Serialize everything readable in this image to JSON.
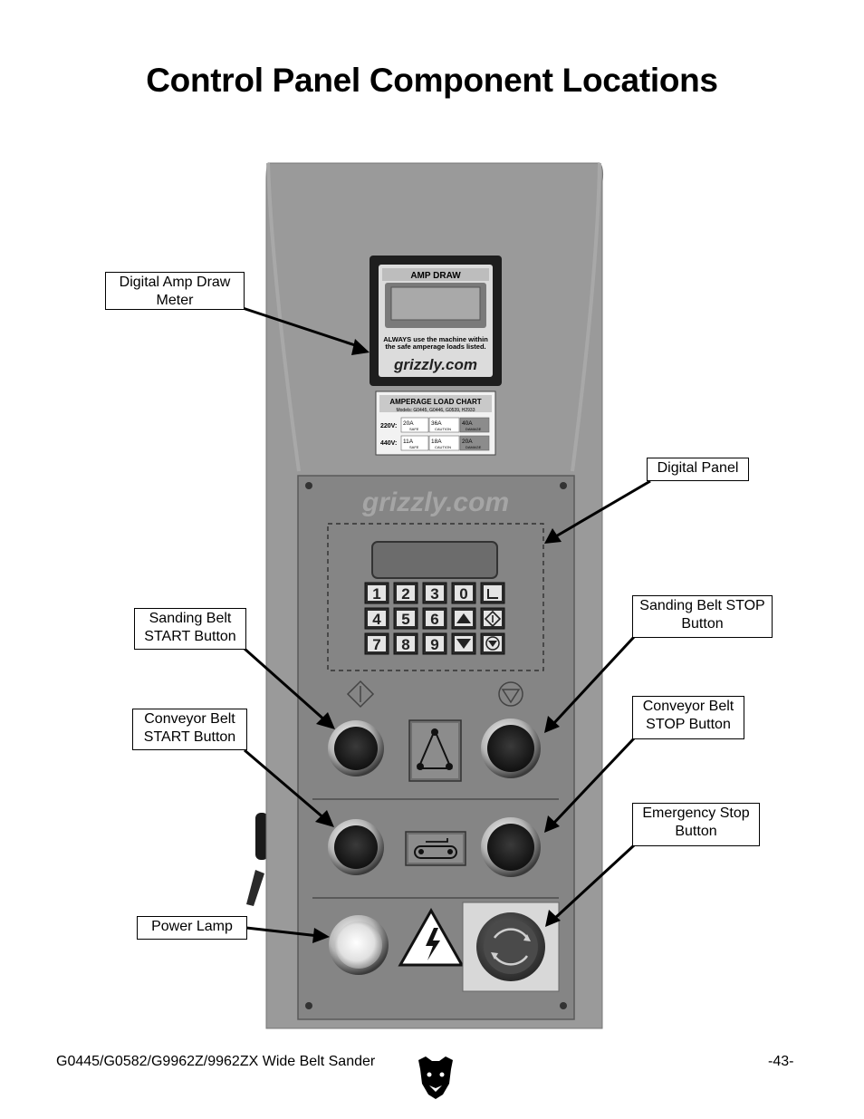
{
  "page": {
    "title": "Control Panel Component Locations",
    "footer_model": "G0445/G0582/G9962Z/9962ZX Wide Belt Sander",
    "footer_page": "-43-"
  },
  "callouts": {
    "amp_meter": "Digital Amp Draw\nMeter",
    "digital_panel": "Digital Panel",
    "sanding_start": "Sanding Belt\nSTART Button",
    "sanding_stop": "Sanding Belt STOP\nButton",
    "conveyor_start": "Conveyor Belt\nSTART Button",
    "conveyor_stop": "Conveyor Belt\nSTOP Button",
    "emergency_stop": "Emergency Stop\nButton",
    "power_lamp": "Power Lamp"
  },
  "meter": {
    "heading": "AMP DRAW",
    "warning_line1": "ALWAYS use the machine within",
    "warning_line2": "the safe amperage loads listed.",
    "brand": "grizzly.com"
  },
  "amperage_chart": {
    "title": "AMPERAGE LOAD CHART",
    "models": "Models: G0445, G0446, G0539, H2933",
    "rows": [
      {
        "voltage": "220V:",
        "safe": "20A",
        "caution": "36A",
        "damage": "40A"
      },
      {
        "voltage": "440V:",
        "safe": "11A",
        "caution": "18A",
        "damage": "20A"
      }
    ],
    "safe_label": "SAFE",
    "caution_label": "CAUTION",
    "damage_label": "DAMAGE"
  },
  "panel": {
    "brand": "grizzly.com",
    "keypad": [
      "1",
      "2",
      "3",
      "0",
      "4",
      "5",
      "6",
      "7",
      "8",
      "9"
    ]
  },
  "colors": {
    "panel_gray": "#8a8a8a",
    "column_gray": "#9a9a9a",
    "dark": "#1e1e1e"
  }
}
